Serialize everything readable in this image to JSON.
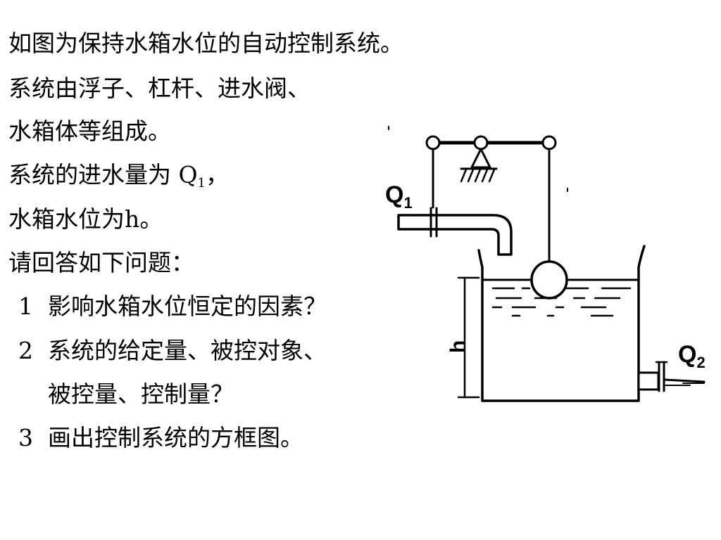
{
  "text": {
    "l1": "如图为保持水箱水位的自动控制系统。",
    "l2": "系统由浮子、杠杆、进水阀、",
    "l3": "水箱体等组成。",
    "l4_pre": "系统的进水量为 Q",
    "l4_sub": "1",
    "l4_post": "，",
    "l5": "水箱水位为h。",
    "l6": "请回答如下问题：",
    "q1_num": "1",
    "q1": "影响水箱水位恒定的因素？",
    "q2_num": "2",
    "q2": "系统的给定量、被控对象、",
    "q2b": "被控量、控制量？",
    "q3_num": "3",
    "q3": "画出控制系统的方框图。"
  },
  "diagram": {
    "q1_label": "Q",
    "q1_sub": "1",
    "q2_label": "Q",
    "q2_sub": "2",
    "h_label": "h"
  }
}
